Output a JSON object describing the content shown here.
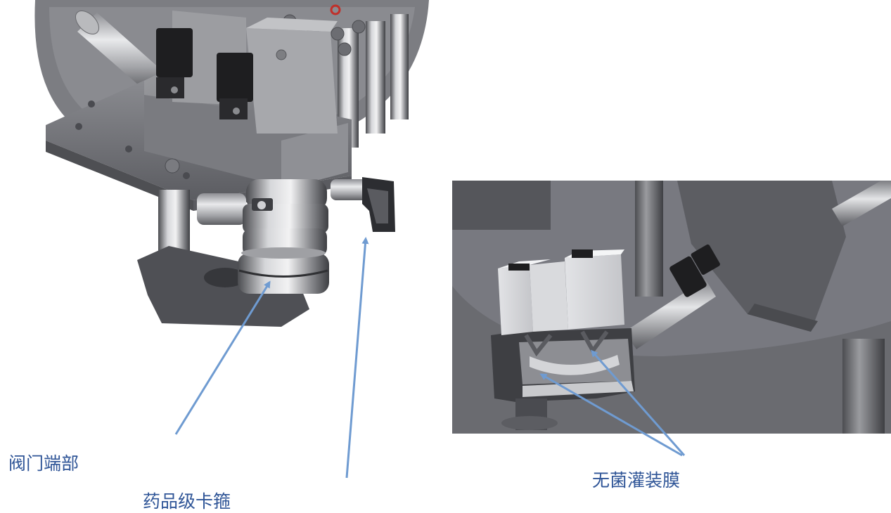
{
  "labels": {
    "valve_end": "阀门端部",
    "pharma_clamp": "药品级卡箍",
    "aseptic_membrane": "无菌灌装膜"
  },
  "colors": {
    "label_text": "#2f5597",
    "arrow": "#6f9bd1",
    "steel_dark": "#5f6066",
    "steel_mid": "#7f8087",
    "steel_light": "#c8c9cc",
    "solenoid_black": "#1e1e20"
  }
}
